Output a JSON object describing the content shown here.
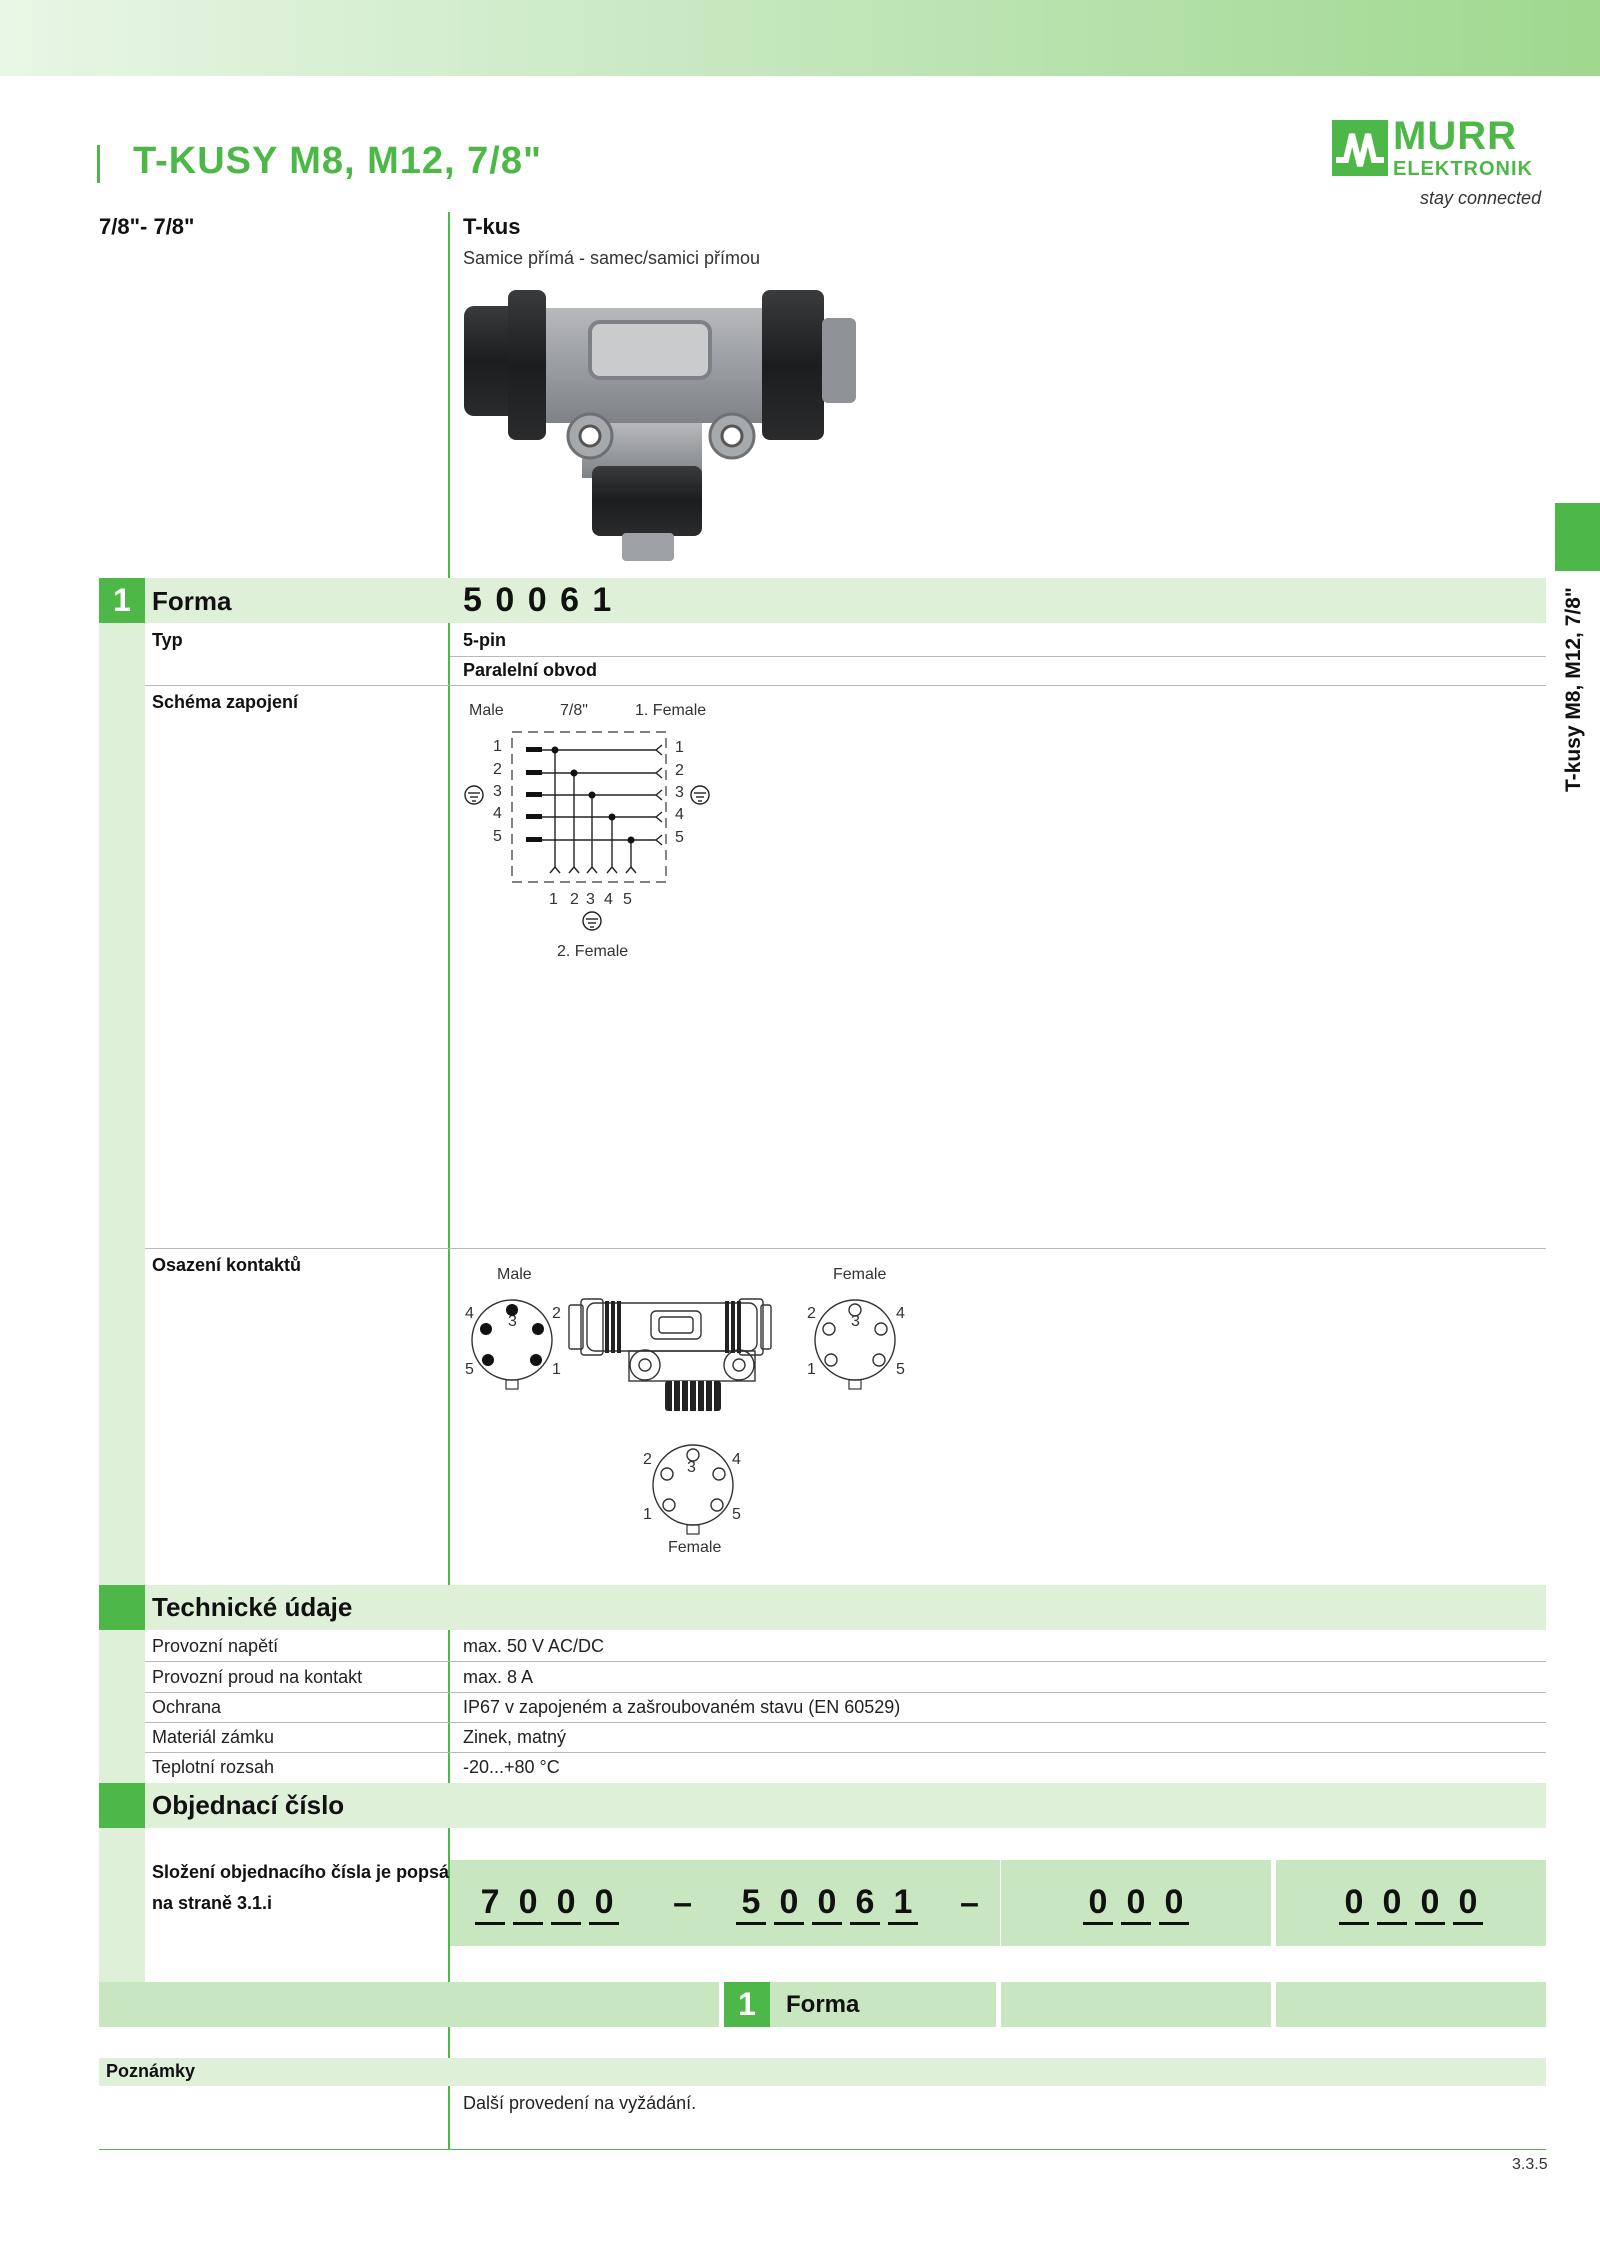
{
  "header": {
    "title": "T-KUSY M8, M12, 7/8\""
  },
  "logo": {
    "name": "MURR",
    "sub": "ELEKTRONIK",
    "tagline": "stay connected"
  },
  "sidebar": {
    "tab_text": "T-kusy M8, M12, 7/8\""
  },
  "series": "7/8\"- 7/8\"",
  "product": {
    "name": "T-kus",
    "description": "Samice přímá - samec/samici přímou"
  },
  "forma": {
    "number": "1",
    "label": "Forma",
    "code": "5 0 0 6 1",
    "type_label": "Typ",
    "type_values": [
      "5-pin",
      "Paralelní obvod"
    ],
    "schema_label": "Schéma zapojení",
    "contacts_label": "Osazení kontaktů"
  },
  "wiring": {
    "male": "Male",
    "middle": "7/8\"",
    "female1": "1. Female",
    "female2": "2. Female",
    "left_pins": [
      "1",
      "2",
      "3",
      "4",
      "5"
    ],
    "right_pins": [
      "1",
      "2",
      "3",
      "4",
      "5"
    ],
    "bottom_pins": [
      "1",
      "2",
      "3",
      "4",
      "5"
    ]
  },
  "contacts": {
    "male": "Male",
    "female_right": "Female",
    "female_bottom": "Female",
    "male_pins": [
      "4",
      "3",
      "2",
      "5",
      "1"
    ],
    "female_right_pins": [
      "2",
      "3",
      "4",
      "1",
      "5"
    ],
    "female_bottom_pins": [
      "2",
      "3",
      "4",
      "1",
      "5"
    ]
  },
  "technical": {
    "title": "Technické údaje",
    "rows": [
      {
        "label": "Provozní napětí",
        "value": "max. 50 V AC/DC"
      },
      {
        "label": "Provozní proud na kontakt",
        "value": "max. 8 A"
      },
      {
        "label": "Ochrana",
        "value": "IP67 v zapojeném a zašroubovaném stavu (EN 60529)"
      },
      {
        "label": "Materiál zámku",
        "value": "Zinek, matný"
      },
      {
        "label": "Teplotní rozsah",
        "value": "-20...+80 °C"
      }
    ]
  },
  "order": {
    "title": "Objednací číslo",
    "note_line1": "Složení objednacího čísla je popsáno",
    "note_line2": "na straně 3.1.i",
    "group1": [
      "7",
      "0",
      "0",
      "0"
    ],
    "group2": [
      "5",
      "0",
      "0",
      "6",
      "1"
    ],
    "group3": [
      "0",
      "0",
      "0"
    ],
    "group4": [
      "0",
      "0",
      "0",
      "0"
    ],
    "dash": "–",
    "forma_number": "1",
    "forma_label": "Forma"
  },
  "notes": {
    "title": "Poznámky",
    "text": "Další provedení na vyžádání."
  },
  "page_number": "3.3.5"
}
